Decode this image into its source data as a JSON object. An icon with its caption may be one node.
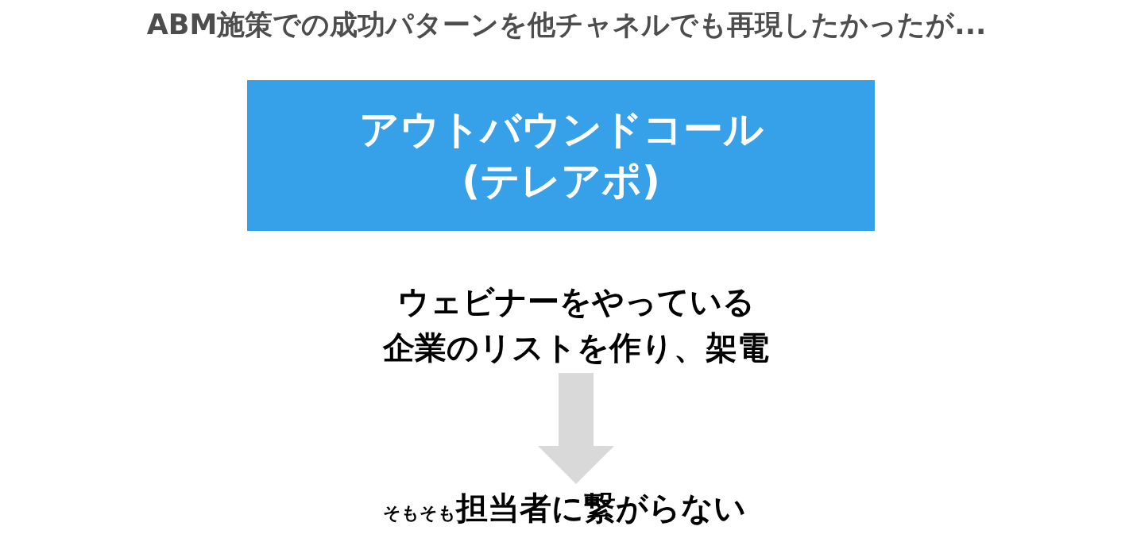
{
  "diagram": {
    "title": "ABM施策での成功パターンを他チャネルでも再現したかったが...",
    "nodes": [
      {
        "text": [
          "アウトバウンドコール(テレアポ)"
        ]
      },
      {
        "text": [
          "ウェビナーをやっている企業のリストを作り、架電"
        ]
      },
      {
        "text": [
          "そもそも",
          "担当者に繋がらない"
        ]
      }
    ],
    "edges": [
      {
        "from": 1,
        "to": 2,
        "arrow": "to"
      }
    ]
  }
}
